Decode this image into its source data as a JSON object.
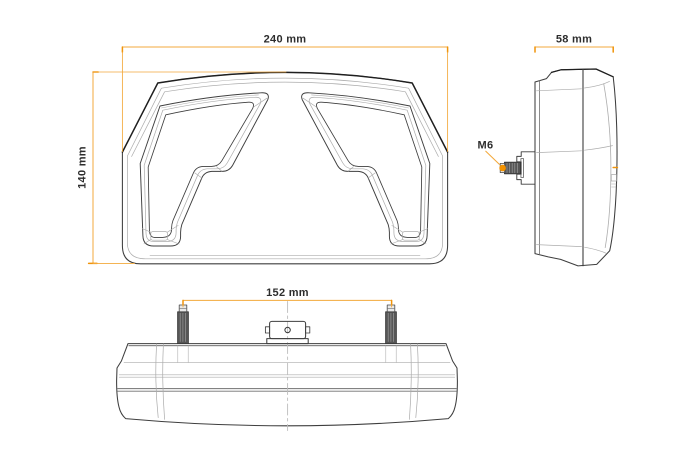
{
  "views": {
    "front": {
      "width_label": "240 mm",
      "height_label": "140 mm"
    },
    "side": {
      "depth_label": "58 mm",
      "stud_thread_label": "M6"
    },
    "bottom": {
      "stud_spacing_label": "152 mm"
    }
  },
  "dimensions": {
    "width_mm": 240,
    "height_mm": 140,
    "depth_mm": 58,
    "stud_spacing_mm": 152,
    "stud_thread": "M6"
  },
  "colors": {
    "background": "#FFFFFF",
    "dimension_line": "#F3A93C",
    "dimension_tick": "#F0940A",
    "marker_dot": "#F39200",
    "label_text": "#2D2D2D",
    "edge_heavy": "#1F1F1F",
    "line_dark": "#3E3E3E",
    "line_medium": "#707070",
    "line_light": "#ACACAC",
    "stud_fill": "#565656",
    "stud_tip_fill": "#E9E9E9",
    "centerline": "#BDBDBD"
  }
}
